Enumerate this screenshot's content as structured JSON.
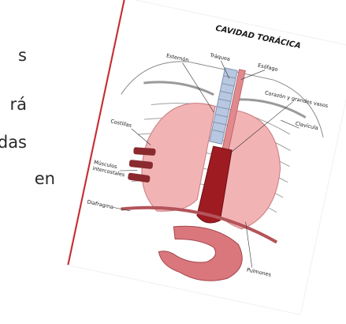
{
  "left_fragments": [
    "s",
    "rá",
    "das",
    "en"
  ],
  "diagram": {
    "title": "CAVIDAD TORÁCICA",
    "labels": {
      "esternon": "Esternón",
      "traquea": "Tráquea",
      "esofago": "Esófago",
      "corazon": "Corazón y grandes vasos",
      "clavicula": "Clavícula",
      "costillas": "Costillas",
      "musculos": "Músculos intercostales",
      "diafragma": "Diafragma",
      "pulmones": "Pulmones"
    },
    "colors": {
      "lung": "#f2b3b5",
      "heart": "#9e1b22",
      "stomach": "#d9777c",
      "trachea": "#b8c8e0",
      "bone": "#9a9a9a",
      "frame": "#c8262b"
    }
  }
}
